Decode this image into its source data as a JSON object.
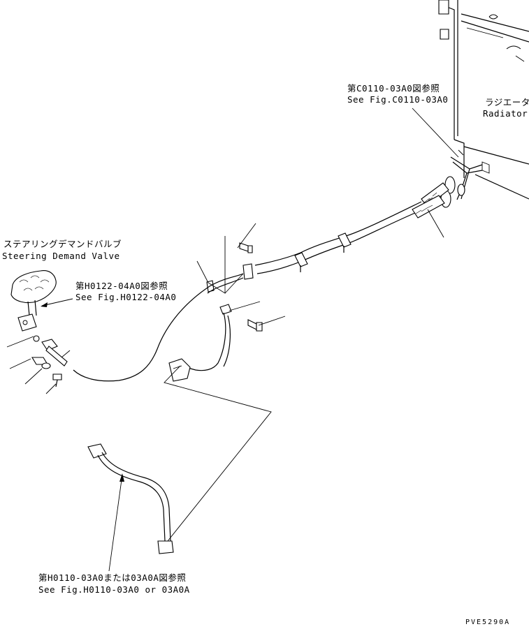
{
  "labels": {
    "radiator_ref_jp": "第C0110-03A0図参照",
    "radiator_ref_en": "See Fig.C0110-03A0",
    "radiator_jp": "ラジエータ",
    "radiator_en": "Radiator",
    "valve_jp": "ステアリングデマンドバルブ",
    "valve_en": "Steering Demand Valve",
    "valve_ref_jp": "第H0122-04A0図参照",
    "valve_ref_en": "See Fig.H0122-04A0",
    "bottom_ref_jp": "第H0110-03A0または03A0A図参照",
    "bottom_ref_en": "See Fig.H0110-03A0 or 03A0A",
    "drawing_code": "PVE5290A"
  },
  "icons": [
    "steering-demand-valve",
    "radiator",
    "hose-clamp",
    "bolt",
    "washer",
    "hose-fitting"
  ]
}
